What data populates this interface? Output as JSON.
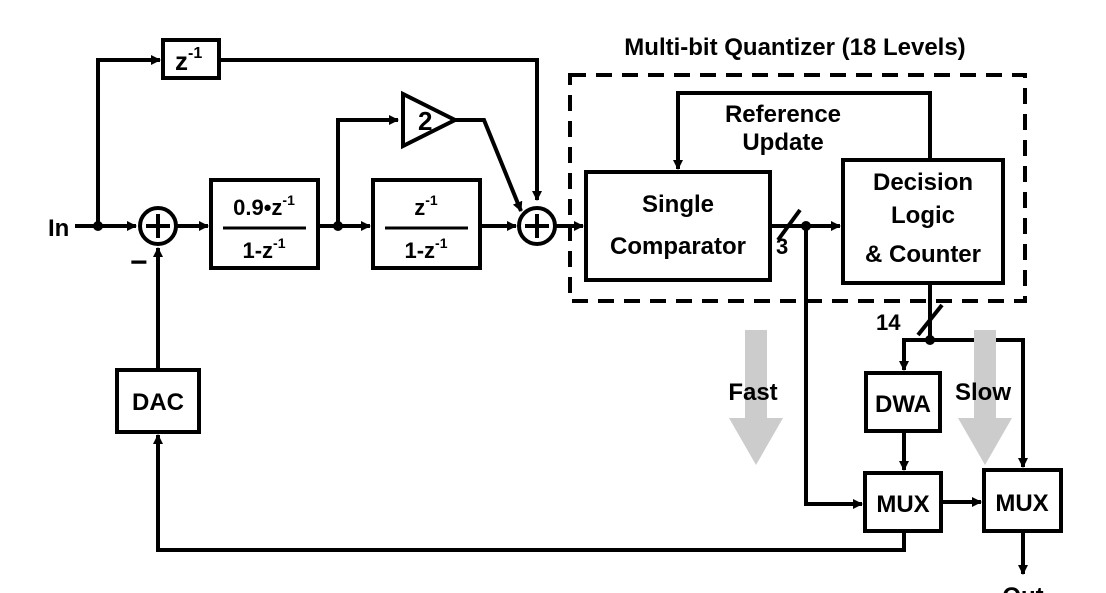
{
  "quantizer": {
    "title": "Multi-bit Quantizer (18 Levels)",
    "reference_update": [
      "Reference",
      "Update"
    ],
    "comparator": [
      "Single",
      "Comparator"
    ],
    "decision": [
      "Decision",
      "Logic",
      "& Counter"
    ],
    "bus_width_comparator": "3"
  },
  "input_label": "In",
  "output_label": "Out",
  "minus_sign": "−",
  "blocks": {
    "delay_top": {
      "base": "z",
      "exp": "-1"
    },
    "gain": "2",
    "integrator1": {
      "num_base": "0.9•z",
      "num_exp": "-1",
      "den_base": "1-z",
      "den_exp": "-1"
    },
    "integrator2": {
      "num_base": "z",
      "num_exp": "-1",
      "den_base": "1-z",
      "den_exp": "-1"
    },
    "dac": "DAC",
    "dwa": "DWA",
    "mux1": "MUX",
    "mux2": "MUX"
  },
  "bus_width_decision": "14",
  "paths": {
    "fast": "Fast",
    "slow": "Slow"
  },
  "colors": {
    "line": "#000000",
    "arrow_fill": "#cccccc",
    "background": "#ffffff"
  }
}
